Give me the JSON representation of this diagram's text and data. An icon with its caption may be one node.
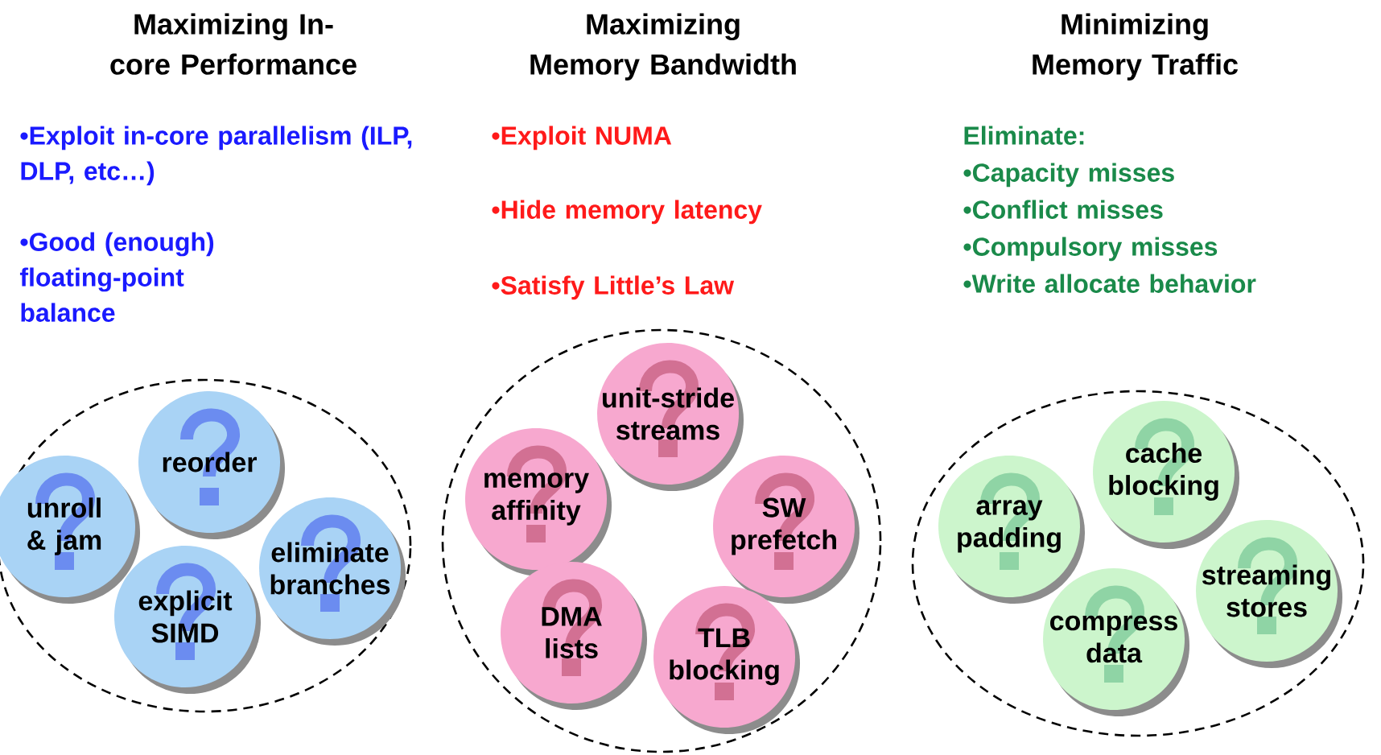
{
  "diagram": {
    "nodes": [
      {
        "text": [],
        "shape": "ellipse"
      },
      {
        "text": [
          "reorder"
        ],
        "in": 0
      },
      {
        "text": [
          "unroll & jam"
        ],
        "in": 0
      },
      {
        "text": [
          "eliminate branches"
        ],
        "in": 0
      },
      {
        "text": [
          "explicit SIMD"
        ],
        "in": 0
      },
      {
        "text": [],
        "shape": "ellipse"
      },
      {
        "text": [
          "unit-stride streams"
        ],
        "in": 5
      },
      {
        "text": [
          "memory affinity"
        ],
        "in": 5
      },
      {
        "text": [
          "SW prefetch"
        ],
        "in": 5
      },
      {
        "text": [
          "DMA lists"
        ],
        "in": 5
      },
      {
        "text": [
          "TLB blocking"
        ],
        "in": 5
      },
      {
        "text": [],
        "shape": "ellipse"
      },
      {
        "text": [
          "cache blocking"
        ],
        "in": 11
      },
      {
        "text": [
          "array padding"
        ],
        "in": 11
      },
      {
        "text": [
          "streaming stores"
        ],
        "in": 11
      },
      {
        "text": [
          "compress data"
        ],
        "in": 11
      }
    ],
    "labels": [
      "Maximizing In-core Performance",
      "Maximizing Memory Bandwidth",
      "Minimizing Memory Traffic",
      "•Exploit in-core parallelism (ILP, DLP, etc…)",
      "•Good (enough) floating-point balance",
      "•Exploit NUMA",
      "•Hide memory latency",
      "•Satisfy Little’s Law",
      "Eliminate:",
      "•Capacity misses",
      "•Conflict misses",
      "•Compulsory misses",
      "•Write allocate behavior"
    ]
  }
}
